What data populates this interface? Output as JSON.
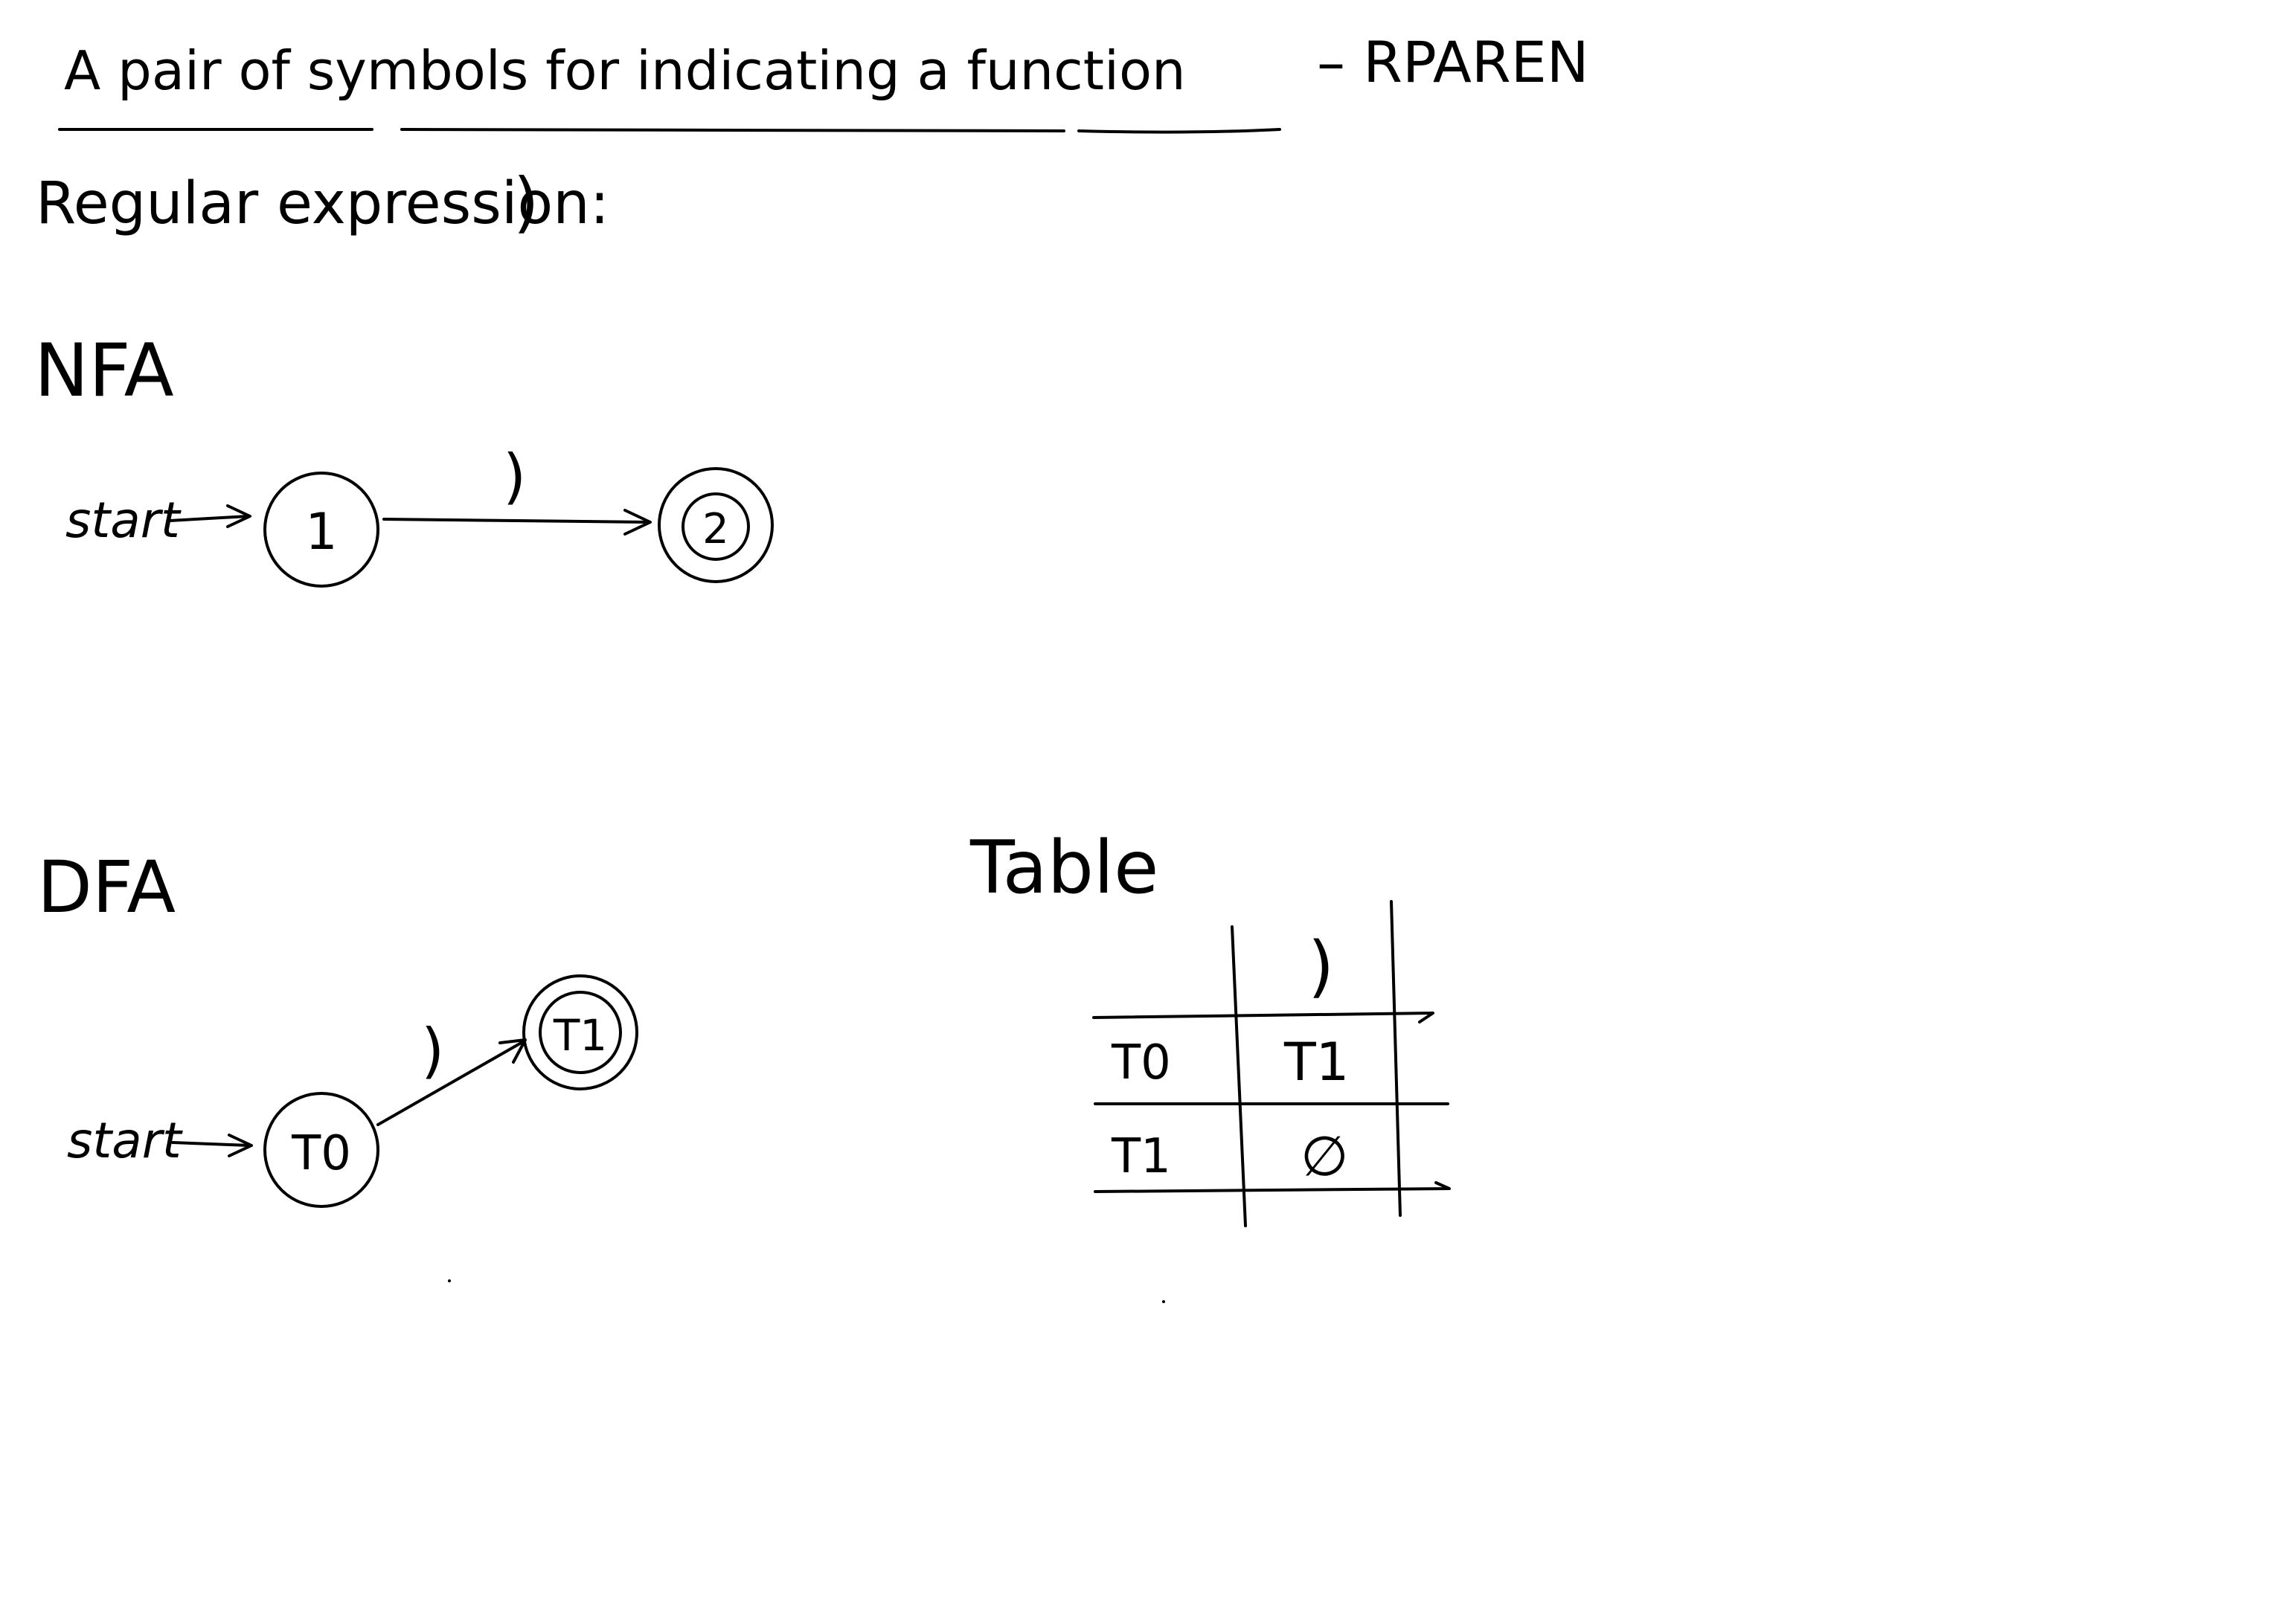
{
  "title": {
    "text": "A pair of symbols for indicating a function",
    "suffix": "– RPAREN"
  },
  "regex": {
    "label": "Regular expression:",
    "value": ")"
  },
  "nfa": {
    "heading": "NFA",
    "start_label": "start",
    "start_state": "1",
    "accept_state": "2",
    "transition_symbol": ")"
  },
  "dfa": {
    "heading": "DFA",
    "start_label": "start",
    "start_state": "T0",
    "accept_state": "T1",
    "transition_symbol": ")"
  },
  "table": {
    "heading": "Table",
    "columns": [
      ")"
    ],
    "rows": [
      {
        "state": "T0",
        "cells": [
          "T1"
        ]
      },
      {
        "state": "T1",
        "cells": [
          "∅"
        ]
      }
    ]
  },
  "colors": {
    "ink": "#000000",
    "background": "#ffffff"
  }
}
